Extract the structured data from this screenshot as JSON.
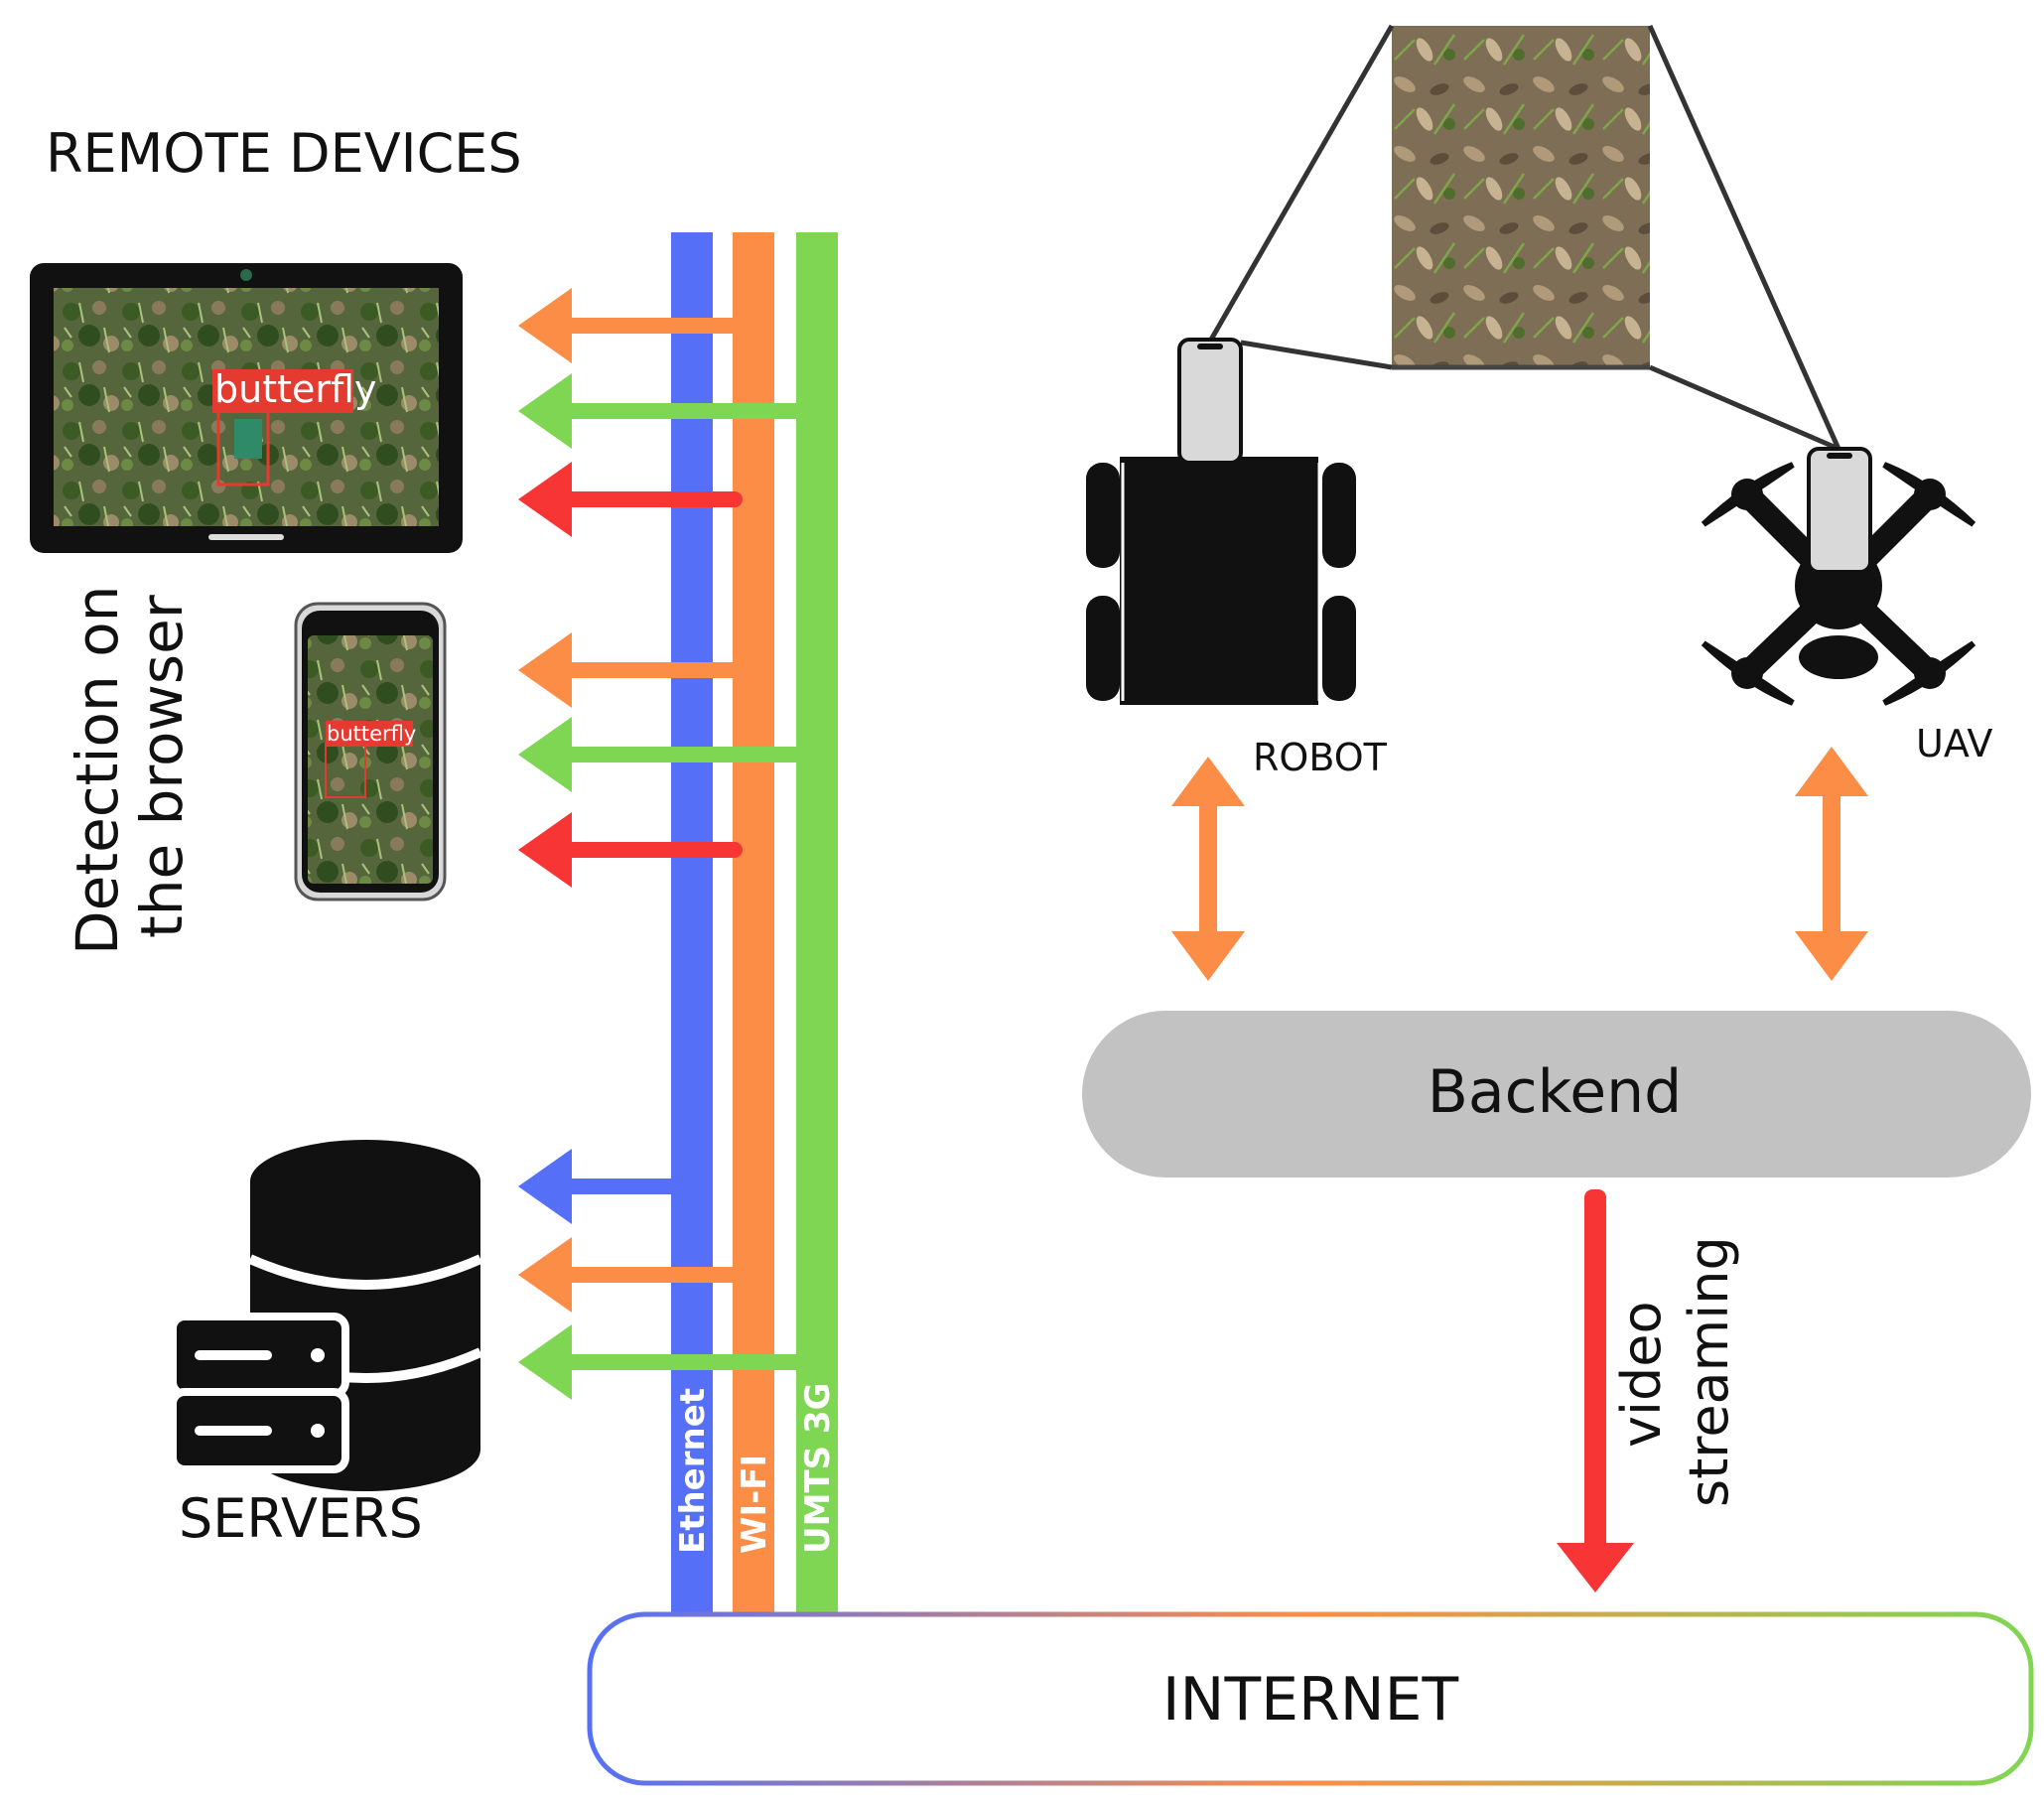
{
  "labels": {
    "remote_devices": "REMOTE DEVICES",
    "detection_line1": "Detection on",
    "detection_line2": "the browser",
    "servers": "SERVERS",
    "robot": "ROBOT",
    "uav": "UAV",
    "backend": "Backend",
    "video_line1": "video",
    "video_line2": "streaming",
    "internet": "INTERNET"
  },
  "buses": [
    {
      "name": "Ethernet",
      "color": "#5570f6"
    },
    {
      "name": "WI-FI",
      "color": "#fb8d47"
    },
    {
      "name": "UMTS 3G",
      "color": "#7fd653"
    }
  ],
  "detections": {
    "tablet": "butterfly",
    "phone": "butterfly"
  },
  "colors": {
    "ethernet": "#5570f6",
    "wifi": "#fb8d47",
    "umts": "#7fd653",
    "stream": "#f73535",
    "backend_fill": "#c2c2c2",
    "device_black": "#111111"
  },
  "icons": [
    "tablet-icon",
    "smartphone-icon",
    "database-server-icon",
    "robot-icon",
    "drone-icon",
    "camera-view-image"
  ]
}
